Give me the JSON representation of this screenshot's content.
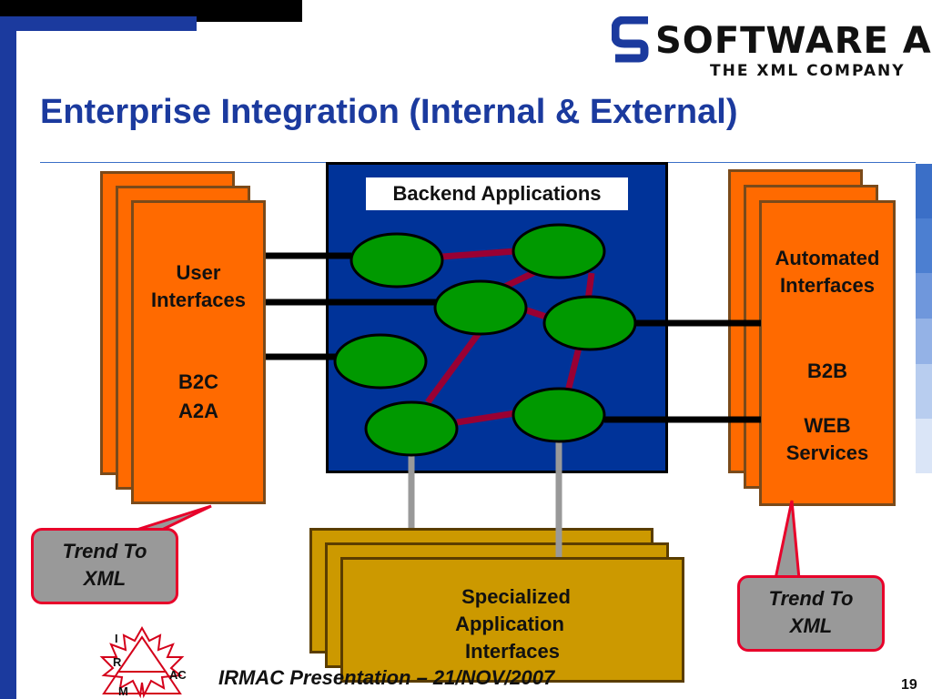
{
  "slide": {
    "title": "Enterprise Integration (Internal & External)",
    "page_number": "19",
    "footer": "IRMAC Presentation – 21/NOV/2007"
  },
  "logo": {
    "word": "SOFTWARE AG",
    "tagline": "THE XML COMPANY"
  },
  "backend": {
    "label": "Backend Applications"
  },
  "left_card": {
    "line1": "User",
    "line2": "Interfaces",
    "line3": "B2C",
    "line4": "A2A"
  },
  "right_card": {
    "line1": "Automated",
    "line2": "Interfaces",
    "line3": "B2B",
    "line4": "WEB",
    "line5": "Services"
  },
  "bottom_card": {
    "line1": "Specialized",
    "line2": "Application",
    "line3": "Interfaces"
  },
  "callout_left": {
    "line1": "Trend To",
    "line2": "XML"
  },
  "callout_right": {
    "line1": "Trend To",
    "line2": "XML"
  },
  "irmac_logo": {
    "letters": [
      "I",
      "R",
      "AC",
      "M"
    ]
  },
  "colors": {
    "title_blue": "#1b3a9e",
    "backend_blue": "#003399",
    "card_orange": "#ff6a00",
    "card_gold": "#cc9900",
    "node_green": "#009900",
    "link_red": "#990033",
    "callout_gray": "#999999",
    "callout_border": "#e8002a"
  }
}
